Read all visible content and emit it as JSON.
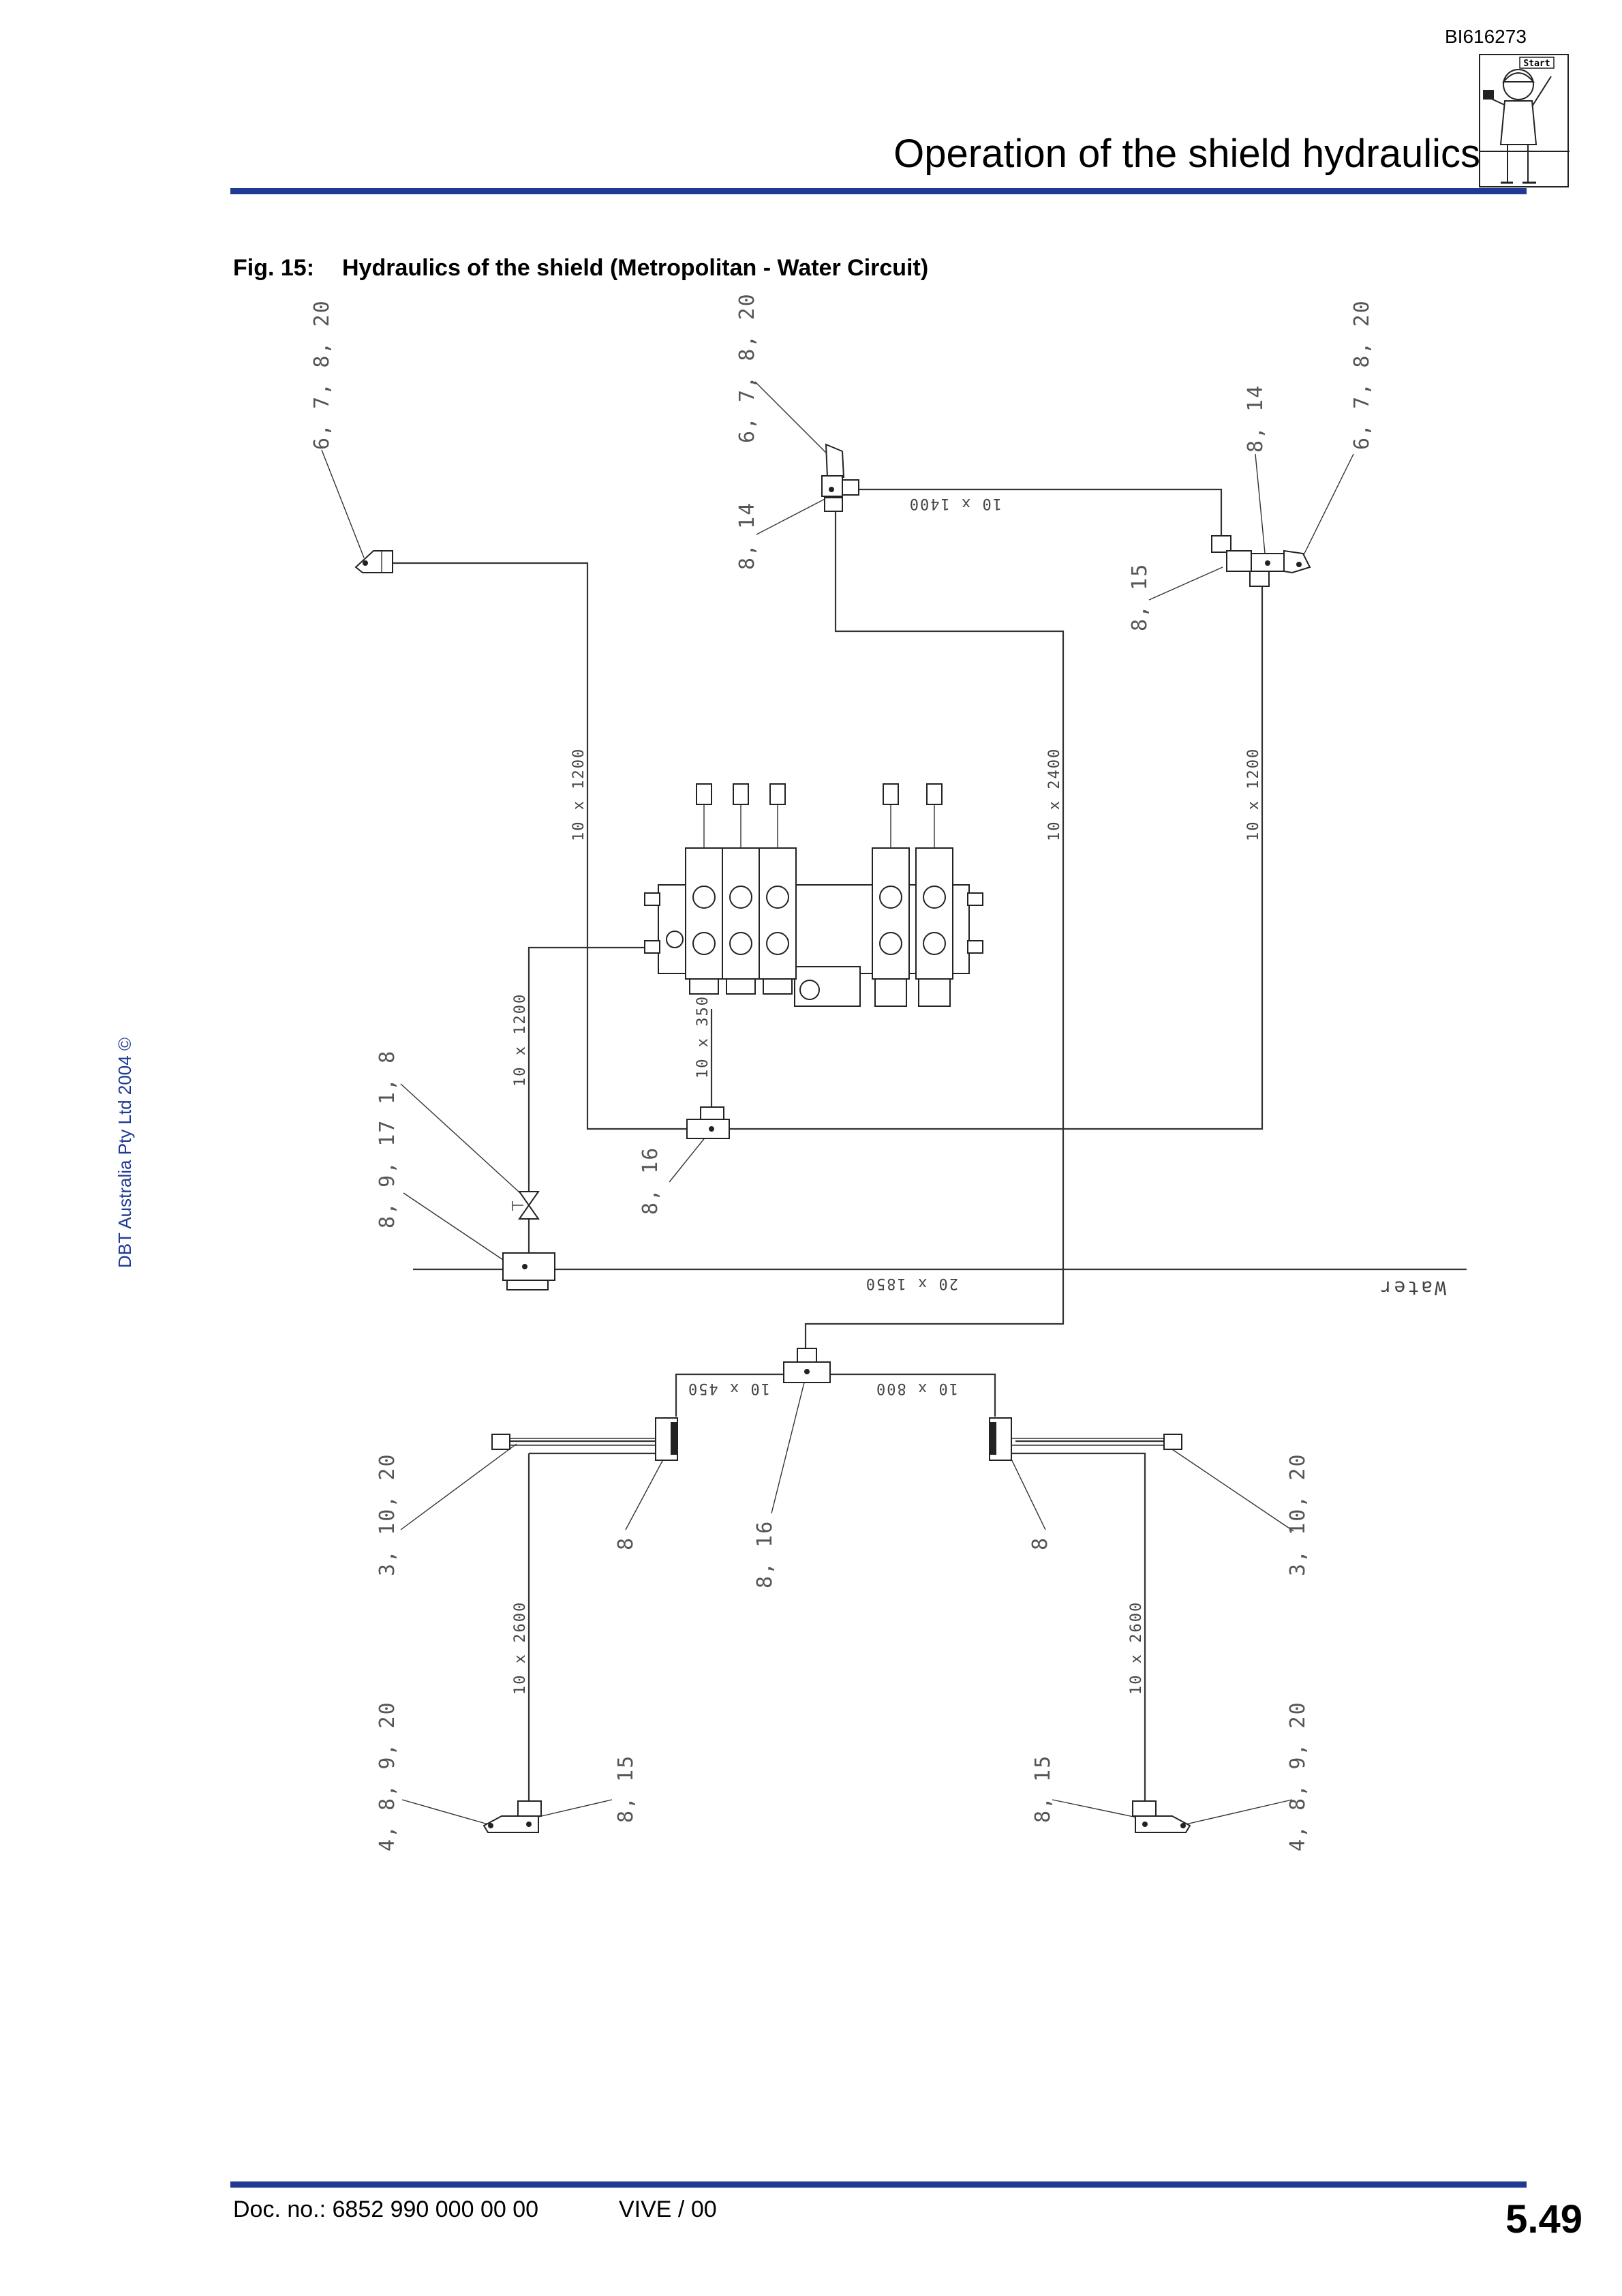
{
  "header": {
    "doc_id": "BI616273",
    "title": "Operation of the shield hydraulics",
    "start_label": "Start",
    "start_icon": "worker-start-icon"
  },
  "figure": {
    "number": "Fig. 15:",
    "caption": "Hydraulics of the shield (Metropolitan - Water Circuit)",
    "callouts": [
      "6, 7, 8, 20",
      "6, 7, 8, 20",
      "8, 14",
      "8, 14",
      "6, 7, 8, 20",
      "8, 15",
      "1, 8",
      "8, 9, 17",
      "8, 16",
      "3, 10, 20",
      "8",
      "8, 16",
      "8",
      "3, 10, 20",
      "4, 8, 9, 20",
      "8, 15",
      "8, 15",
      "4, 8, 9, 20"
    ],
    "hoses": [
      "10 x 1400",
      "10 x 1200",
      "10 x 2400",
      "10 x 1200",
      "10 x 1200",
      "10 x 350",
      "20 x 1850",
      "10 x 450",
      "10 x 800",
      "10 x 2600",
      "10 x 2600"
    ],
    "water_label": "Water"
  },
  "side": {
    "copyright": "DBT Australia Pty Ltd 2004 ©"
  },
  "footer": {
    "doc_no": "Doc. no.: 6852 990 000 00 00",
    "version": "VIVE / 00",
    "page": "5.49"
  },
  "colors": {
    "rule": "#1f3a93",
    "copyright_text": "#1f3a93"
  }
}
